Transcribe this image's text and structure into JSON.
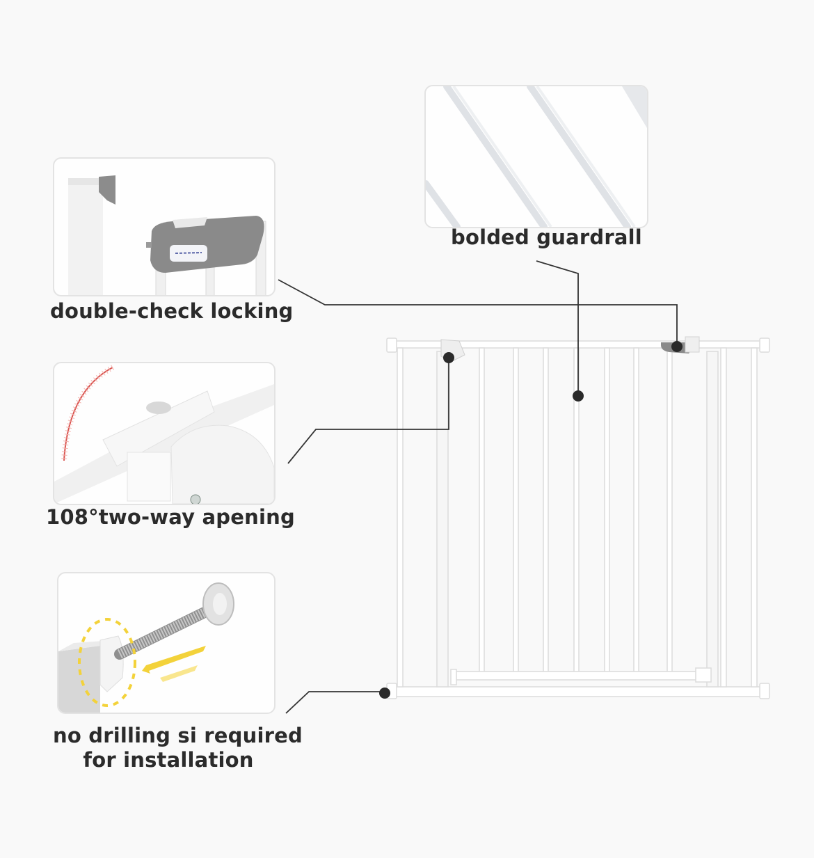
{
  "features": [
    {
      "id": "guardrail",
      "caption": "bolded guardrall"
    },
    {
      "id": "locking",
      "caption": "double-check locking"
    },
    {
      "id": "opening",
      "caption": "108°two-way apening"
    },
    {
      "id": "installation",
      "caption_line1": "no drilling si required",
      "caption_line2": "for installation"
    }
  ],
  "colors": {
    "background": "#f9f9f9",
    "text": "#2b2b2b",
    "callout_line": "#333333",
    "callout_dot": "#2a2a2a",
    "lock_gray": "#8a8a8a",
    "arc_red": "#d9534f",
    "arrow_yellow": "#f3d23a"
  }
}
